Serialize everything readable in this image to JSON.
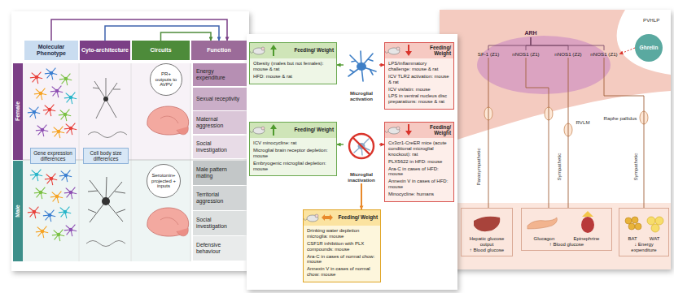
{
  "diagram": {
    "nodes": [
      {
        "text": [
          "Molecular Phenotype"
        ]
      },
      {
        "text": [
          "Cyto-architecture"
        ]
      },
      {
        "text": [
          "Circuits"
        ]
      },
      {
        "text": [
          "Function"
        ]
      },
      {
        "text": [
          "Female"
        ]
      },
      {
        "text": [
          "Male"
        ]
      },
      {
        "text": [
          "Gene expression differences"
        ]
      },
      {
        "text": [
          "Cell body size differences"
        ]
      },
      {
        "text": [
          "PR+ outputs to AVPV"
        ]
      },
      {
        "text": [
          "Serotonin+ projected + inputs"
        ]
      },
      {
        "text": [
          "Energy expenditure"
        ]
      },
      {
        "text": [
          "Sexual receptivity"
        ]
      },
      {
        "text": [
          "Maternal aggression"
        ]
      },
      {
        "text": [
          "Social investigation"
        ]
      },
      {
        "text": [
          "Male pattern mating"
        ]
      },
      {
        "text": [
          "Territorial aggression"
        ]
      },
      {
        "text": [
          "Social investigation"
        ]
      },
      {
        "text": [
          "Defensive behaviour"
        ]
      },
      {
        "text": [
          "Feeding/ Weight",
          "Obesity (males but not females): mouse & rat",
          "HFD: mouse & rat"
        ]
      },
      {
        "text": [
          "Microglial activation"
        ]
      },
      {
        "text": [
          "Feeding/ Weight",
          "LPS/inflammatory challenge: mouse & rat",
          "ICV TLR2 activation: mouse & rat",
          "ICV visfatin: mouse",
          "LPS in ventral nucleus disc preparations: mouse & rat"
        ]
      },
      {
        "text": [
          "Feeding/ Weight",
          "ICV minocycline: rat",
          "Microglial brain receptor depletion: mouse",
          "Embryogenic microglial depletion: mouse"
        ]
      },
      {
        "text": [
          "Microglial inactivation"
        ]
      },
      {
        "text": [
          "Feeding/ Weight",
          "Cx3cr1-CreER mice (acute conditional microglial knockout): rat",
          "PLX5622 in HFD: mouse",
          "Ara-C in cases of HFD: mouse",
          "Annexin V in cases of HFD: mouse",
          "Minocycline: humans"
        ]
      },
      {
        "text": [
          "Feeding/ Weight",
          "Drinking water depletion microglia: mouse",
          "CSF1R inhibition with PLX compounds: mouse",
          "Ara-C in cases of normal chow: mouse",
          "Annexin V in cases of normal chow: mouse"
        ]
      },
      {
        "text": [
          "ARH"
        ]
      },
      {
        "text": [
          "Ghrelin"
        ]
      },
      {
        "text": [
          "SF-1 (Z1)"
        ]
      },
      {
        "text": [
          "nNOS1 (Z1)"
        ]
      },
      {
        "text": [
          "nNOS1 (Z2)"
        ]
      },
      {
        "text": [
          "nNOS1 (Z1)"
        ]
      },
      {
        "text": [
          "Hepatic glucose output",
          "↑ Blood glucose"
        ]
      },
      {
        "text": [
          "Glucagon",
          "Epinephrine",
          "↑ Blood glucose"
        ]
      },
      {
        "text": [
          "BAT",
          "WAT",
          "↓ Energy expenditure"
        ]
      }
    ],
    "edges": [
      {
        "from": 0,
        "to": 3,
        "arrow": "to"
      },
      {
        "from": 1,
        "to": 3,
        "arrow": "to"
      },
      {
        "from": 2,
        "to": 3,
        "arrow": "to"
      },
      {
        "from": 19,
        "to": 18,
        "arrow": "to"
      },
      {
        "from": 19,
        "to": 20,
        "arrow": "to"
      },
      {
        "from": 22,
        "to": 21,
        "arrow": "to"
      },
      {
        "from": 22,
        "to": 23,
        "arrow": "to"
      },
      {
        "from": 22,
        "to": 24,
        "arrow": "to"
      },
      {
        "from": 25,
        "to": 27,
        "arrow": "none"
      },
      {
        "from": 25,
        "to": 28,
        "arrow": "none"
      },
      {
        "from": 25,
        "to": 29,
        "arrow": "none"
      },
      {
        "from": 25,
        "to": 30,
        "arrow": "none"
      },
      {
        "from": 26,
        "to": 30,
        "arrow": "to"
      },
      {
        "from": 27,
        "to": 31,
        "arrow": "none"
      },
      {
        "from": 28,
        "to": 32,
        "arrow": "none"
      },
      {
        "from": 29,
        "to": 32,
        "arrow": "none"
      },
      {
        "from": 30,
        "to": 33,
        "arrow": "none"
      }
    ],
    "labels": [
      "PVHLP",
      "Parasympathetic",
      "RVLM",
      "Sympathetic",
      "Raphe pallidus",
      "Sympathetic"
    ]
  }
}
